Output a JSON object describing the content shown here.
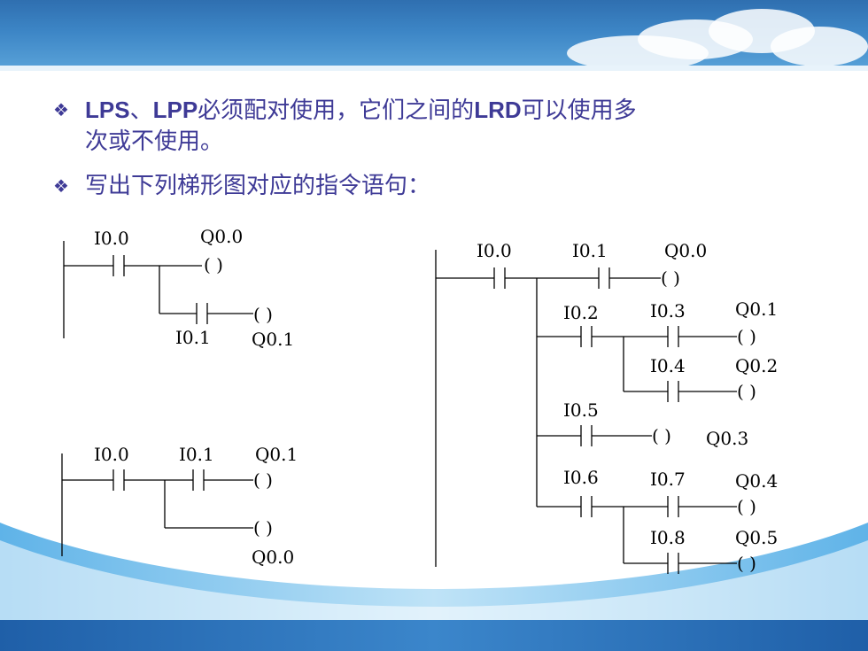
{
  "bullets": [
    {
      "part1": "LPS",
      "part2": "、",
      "part3": "LPP",
      "part4": "必须配对使用，它们之间的",
      "part5": "LRD",
      "part6": "可以使用多",
      "line2": "次或不使用。"
    },
    {
      "text": "写出下列梯形图对应的指令语句："
    }
  ],
  "diagrams": {
    "d1": {
      "c1": "I0.0",
      "q1": "Q0.0",
      "c2": "I0.1",
      "q2": "Q0.1",
      "coil1": "(  )",
      "coil2": "(  )"
    },
    "d2": {
      "c1": "I0.0",
      "c2": "I0.1",
      "q1": "Q0.1",
      "q2": "Q0.0",
      "coil1": "(  )",
      "coil2": "(  )"
    },
    "d3": {
      "c1": "I0.0",
      "c2": "I0.1",
      "q1": "Q0.0",
      "c3": "I0.2",
      "c4": "I0.3",
      "q2": "Q0.1",
      "c5": "I0.4",
      "q3": "Q0.2",
      "c6": "I0.5",
      "q4": "Q0.3",
      "c7": "I0.6",
      "c8": "I0.7",
      "q5": "Q0.4",
      "c9": "I0.8",
      "q6": "Q0.5",
      "coil": "(  )",
      "coil_q4": "(  )"
    }
  },
  "colors": {
    "bullet_text": "#3e3a96",
    "header": "#3d86c6"
  }
}
